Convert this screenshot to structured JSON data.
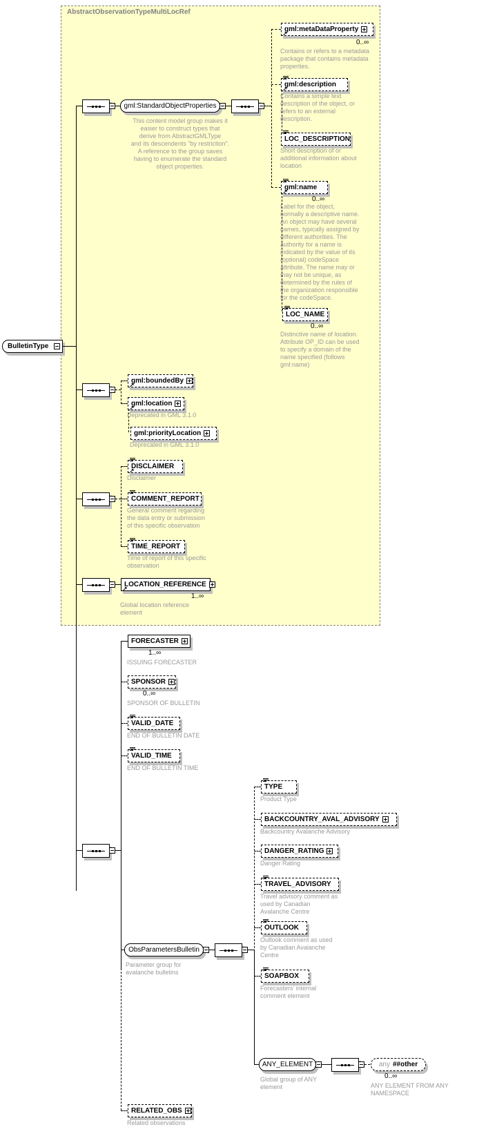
{
  "diagram": {
    "kind": "xsd-schema-diagram",
    "root_type": "BulletinType",
    "extension_base_title": "AbstractObservationTypeMultiLocRef",
    "colors": {
      "extension_fill": "#ffffcc",
      "extension_border": "#808080",
      "node_fill": "#ffffff",
      "node_border": "#000000",
      "annotation_text": "#999999",
      "shadow": "#c0c0c0"
    }
  },
  "root": {
    "label": "BulletinType",
    "toggle": "collapse-toggle"
  },
  "nodes": {
    "standard_object_properties": {
      "label": "gml:StandardObjectProperties",
      "doc": "This content model group makes it\neasier to construct types that\n    derive from AbstractGMLType\nand its descendents \"by restriction\".\n    A reference to the group saves\nhaving to enumerate the standard\nobject properties."
    },
    "meta_data_property": {
      "label": "gml:metaDataProperty",
      "card": "0..∞",
      "doc": "Contains or refers to a metadata\npackage that contains metadata\nproperties."
    },
    "description": {
      "label": "gml:description",
      "card": "",
      "doc": "Contains a simple text\ndescription of the object, or\nrefers to an external\ndescription."
    },
    "loc_description": {
      "label": "LOC_DESCRIPTION",
      "card": "",
      "doc": "Short description of or\nadditional information about\nlocation"
    },
    "name": {
      "label": "gml:name",
      "card": "0..∞",
      "doc": "Label for the object,\nnormally a descriptive name.\nAn object may have several\nnames, typically assigned by\ndifferent authorities.  The\nauthority for a name is\nindicated by the value of its\n(optional) codeSpace\nattribute.  The name may or\nmay not be unique, as\ndetermined by the rules of\nthe organization responsible\nfor the codeSpace."
    },
    "loc_name": {
      "label": "LOC_NAME",
      "card": "0..∞",
      "doc": "Distinctive name of location.\nAttribute OP_ID can be used\nto specify a domain of the\nname specified (follows\ngml:name)"
    },
    "bounded_by": {
      "label": "gml:boundedBy",
      "card": "",
      "doc": ""
    },
    "location": {
      "label": "gml:location",
      "card": "",
      "doc": "Deprecated in GML 3.1.0"
    },
    "priority_location": {
      "label": "gml:priorityLocation",
      "card": "",
      "doc": "Deprecated in GML 3.1.0"
    },
    "disclaimer": {
      "label": "DISCLAIMER",
      "card": "",
      "doc": "Disclaimer"
    },
    "comment_report": {
      "label": "COMMENT_REPORT",
      "card": "",
      "doc": "General comment regarding\nthe data entry or submission\nof this specific observation"
    },
    "time_report": {
      "label": "TIME_REPORT",
      "card": "",
      "doc": "Time of report of this specific\nobservation"
    },
    "location_reference": {
      "label": "LOCATION_REFERENCE",
      "card": "1..∞",
      "doc": "Global location reference\nelement"
    },
    "forecaster": {
      "label": "FORECASTER",
      "card": "1..∞",
      "doc": "ISSUING FORECASTER"
    },
    "sponsor": {
      "label": "SPONSOR",
      "card": "0..∞",
      "doc": "SPONSOR OF BULLETIN"
    },
    "valid_date": {
      "label": "VALID_DATE",
      "card": "",
      "doc": "END OF BULLETIN DATE"
    },
    "valid_time": {
      "label": "VALID_TIME",
      "card": "",
      "doc": "END OF BULLETIN TIME"
    },
    "obs_parameters_bulletin": {
      "label": "ObsParametersBulletin",
      "doc": "Parameter group for\navalanche bulletins"
    },
    "type": {
      "label": "TYPE",
      "card": "",
      "doc": "Product Type"
    },
    "backcountry_aval_advisory": {
      "label": "BACKCOUNTRY_AVAL_ADVISORY",
      "card": "",
      "doc": "Backcountry Avalanche  Advisory"
    },
    "danger_rating": {
      "label": "DANGER_RATING",
      "card": "",
      "doc": "Danger Rating"
    },
    "travel_advisory": {
      "label": "TRAVEL_ADVISORY",
      "card": "",
      "doc": "Travel advisory comment as\nused by Canadian\nAvalanche Centre"
    },
    "outlook": {
      "label": "OUTLOOK",
      "card": "",
      "doc": "Outlook comment as used\nby Canadian Avalanche\nCentre"
    },
    "soapbox": {
      "label": "SOAPBOX",
      "card": "",
      "doc": "Forecasters' internal\ncomment element"
    },
    "any_element": {
      "label": "ANY_ELEMENT",
      "doc": "Global group of ANY\nelement"
    },
    "any_other": {
      "label_prefix": "any",
      "label": "##other",
      "card": "0..∞",
      "doc": "ANY ELEMENT FROM ANY\nNAMESPACE"
    },
    "related_obs": {
      "label": "RELATED_OBS",
      "card": "",
      "doc": "Related observations"
    }
  }
}
